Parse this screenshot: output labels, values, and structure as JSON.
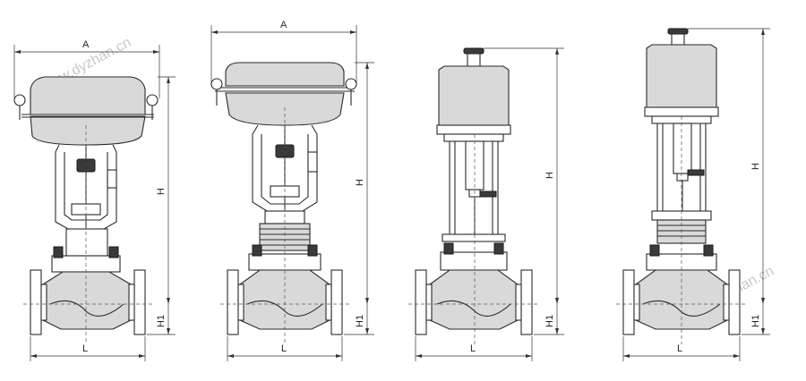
{
  "watermark": "www.dyzhan.cn",
  "diagrams": [
    {
      "id": "pneumatic-diaphragm-1",
      "labels": {
        "width": "A",
        "height": "H",
        "base_height": "H1",
        "length": "L"
      }
    },
    {
      "id": "pneumatic-diaphragm-2",
      "labels": {
        "width": "A",
        "height": "H",
        "base_height": "H1",
        "length": "L"
      }
    },
    {
      "id": "electric-actuator-1",
      "labels": {
        "height": "H",
        "base_height": "H1",
        "length": "L"
      }
    },
    {
      "id": "electric-actuator-2",
      "labels": {
        "height": "H",
        "base_height": "H1",
        "length": "L"
      }
    }
  ],
  "colors": {
    "line": "#2a2a2a",
    "shade": "#d9d9d9",
    "watermark": "#c8c8c8"
  }
}
